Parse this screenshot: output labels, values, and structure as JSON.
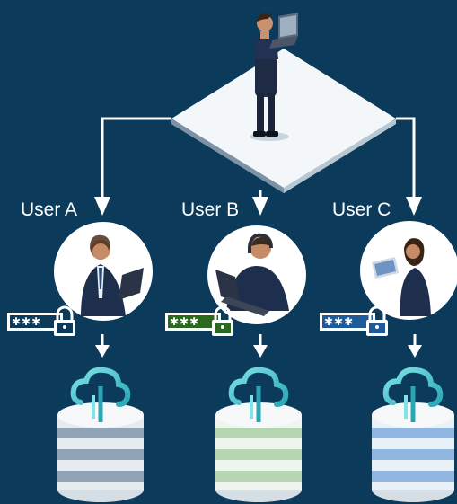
{
  "diagram": {
    "background": "#0b3a5b",
    "connector_color": "#ffffff",
    "users": [
      {
        "label": "User A",
        "password_mask": "✱✱✱",
        "password_color": "#0b3a5b",
        "server_tint": "#8fa3b4"
      },
      {
        "label": "User B",
        "password_mask": "✱✱✱",
        "password_color": "#2a6a1e",
        "server_tint": "#b6d6b2"
      },
      {
        "label": "User C",
        "password_mask": "✱✱✱",
        "password_color": "#1f5a9a",
        "server_tint": "#8fb7e0"
      }
    ],
    "icons": [
      "admin-with-laptop-icon",
      "platform-icon",
      "businessman-with-tablet-icon",
      "support-agent-with-headset-icon",
      "woman-with-tablet-icon",
      "password-lock-icon",
      "cloud-icon",
      "server-icon",
      "arrow-down-icon"
    ]
  }
}
